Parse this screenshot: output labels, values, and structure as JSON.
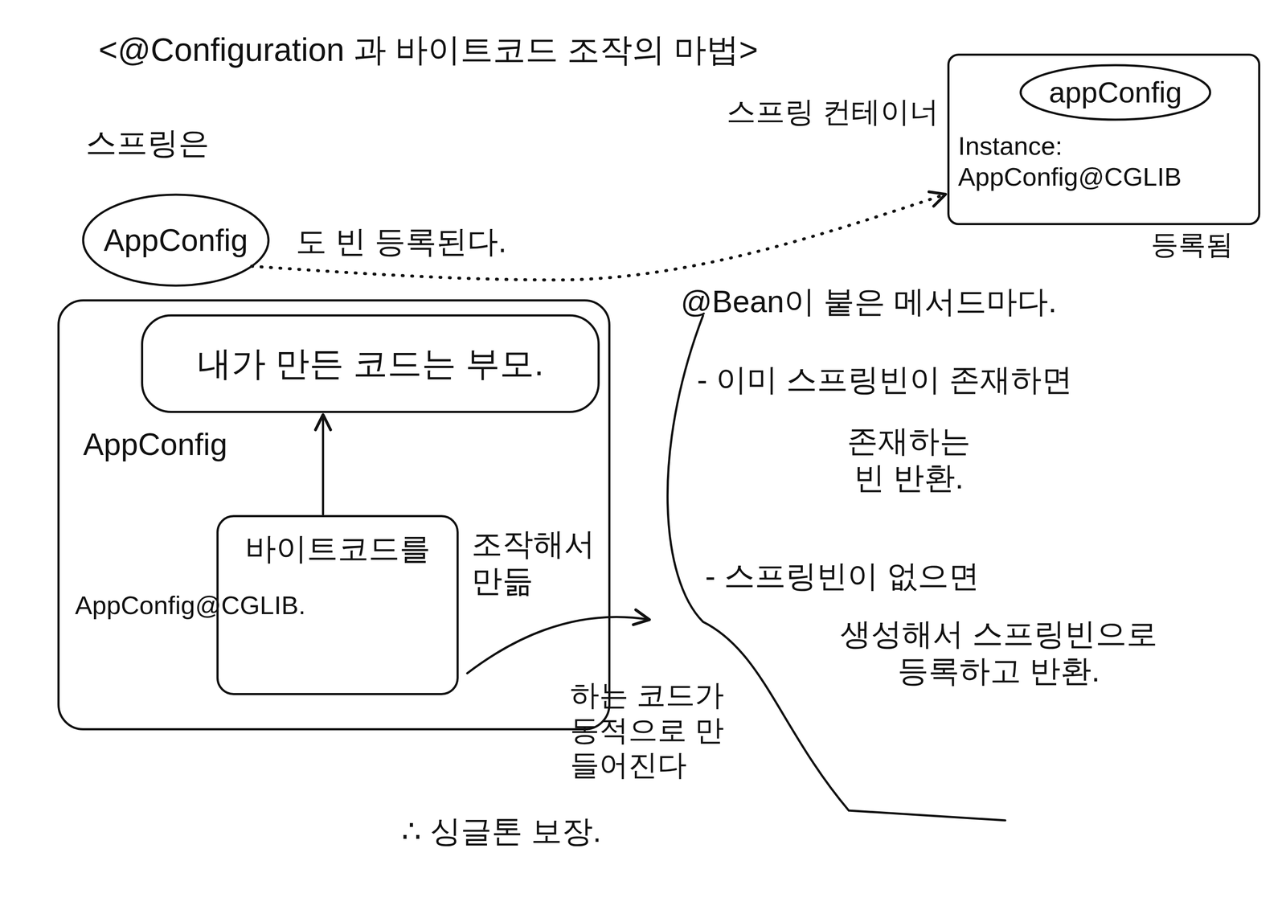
{
  "diagram": {
    "title": "<@Configuration 과 바이트코드 조작의 마법>",
    "nodes": [
      {
        "text": [
          "AppConfig"
        ]
      },
      {
        "text": [
          "스프링 컨테이너",
          "Instance: AppConfig@CGLIB",
          "등록됨"
        ]
      },
      {
        "text": [
          "appConfig"
        ],
        "in": 1
      },
      {
        "text": [
          "AppConfig"
        ]
      },
      {
        "text": [
          "내가 만든 코드는 부모."
        ],
        "in": 3
      },
      {
        "text": [
          "바이트코드를",
          "AppConfig@CGLIB."
        ],
        "in": 3
      }
    ],
    "edges": [
      {
        "from": 0,
        "to": 1,
        "arrow": "to"
      },
      {
        "from": 5,
        "to": 4,
        "arrow": "to"
      }
    ],
    "labels": [
      "스프링은",
      "도 빈 등록된다.",
      "조작해서 만듦",
      "@Bean이 붙은 메서드마다.",
      "- 이미 스프링빈이 존재하면",
      "존재하는 빈 반환.",
      "- 스프링빈이 없으면",
      "생성해서 스프링빈으로 등록하고 반환.",
      "하는 코드가 동적으로 만들어진다",
      "∴ 싱글톤 보장."
    ]
  }
}
